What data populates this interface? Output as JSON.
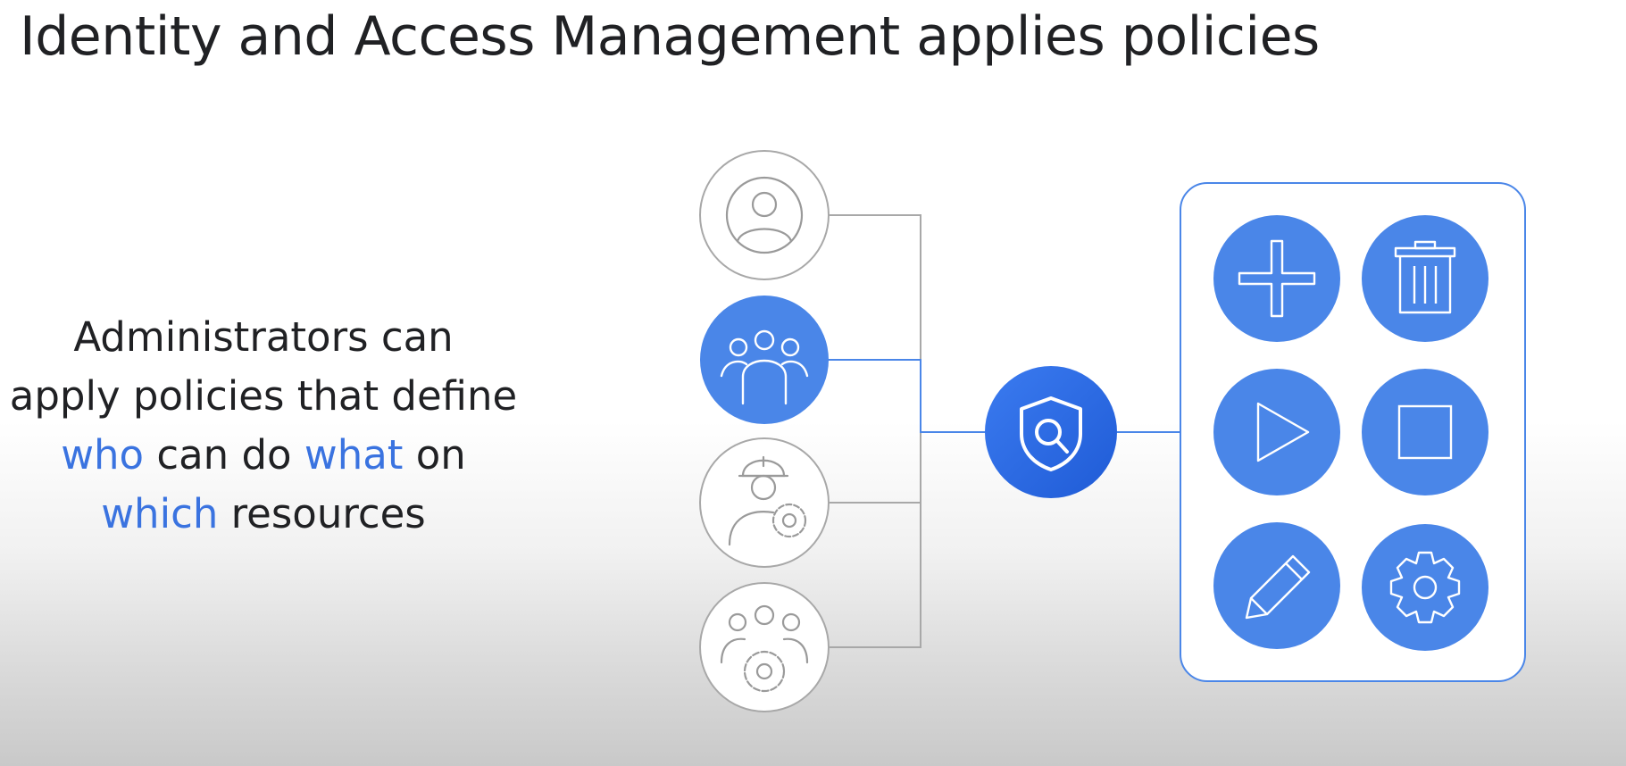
{
  "title": "Identity and Access Management applies policies",
  "caption": {
    "line1": "Administrators can",
    "line2": "apply policies that define",
    "who": "who",
    "can_do": " can do ",
    "what": "what",
    "on": " on",
    "which": "which",
    "resources": " resources"
  },
  "principals": [
    {
      "icon": "user-icon",
      "style": "outline"
    },
    {
      "icon": "group-icon",
      "style": "filled"
    },
    {
      "icon": "worker-gear-icon",
      "style": "outline"
    },
    {
      "icon": "group-gear-icon",
      "style": "outline"
    }
  ],
  "policy": {
    "icon": "shield-search-icon"
  },
  "actions": [
    {
      "icon": "add-icon"
    },
    {
      "icon": "trash-icon"
    },
    {
      "icon": "play-icon"
    },
    {
      "icon": "stop-icon"
    },
    {
      "icon": "pencil-icon"
    },
    {
      "icon": "gear-icon"
    }
  ],
  "colors": {
    "accent": "#4a86e8",
    "accent_dark": "#2b63d9",
    "outline_gray": "#a8a8a8",
    "text": "#202124"
  }
}
